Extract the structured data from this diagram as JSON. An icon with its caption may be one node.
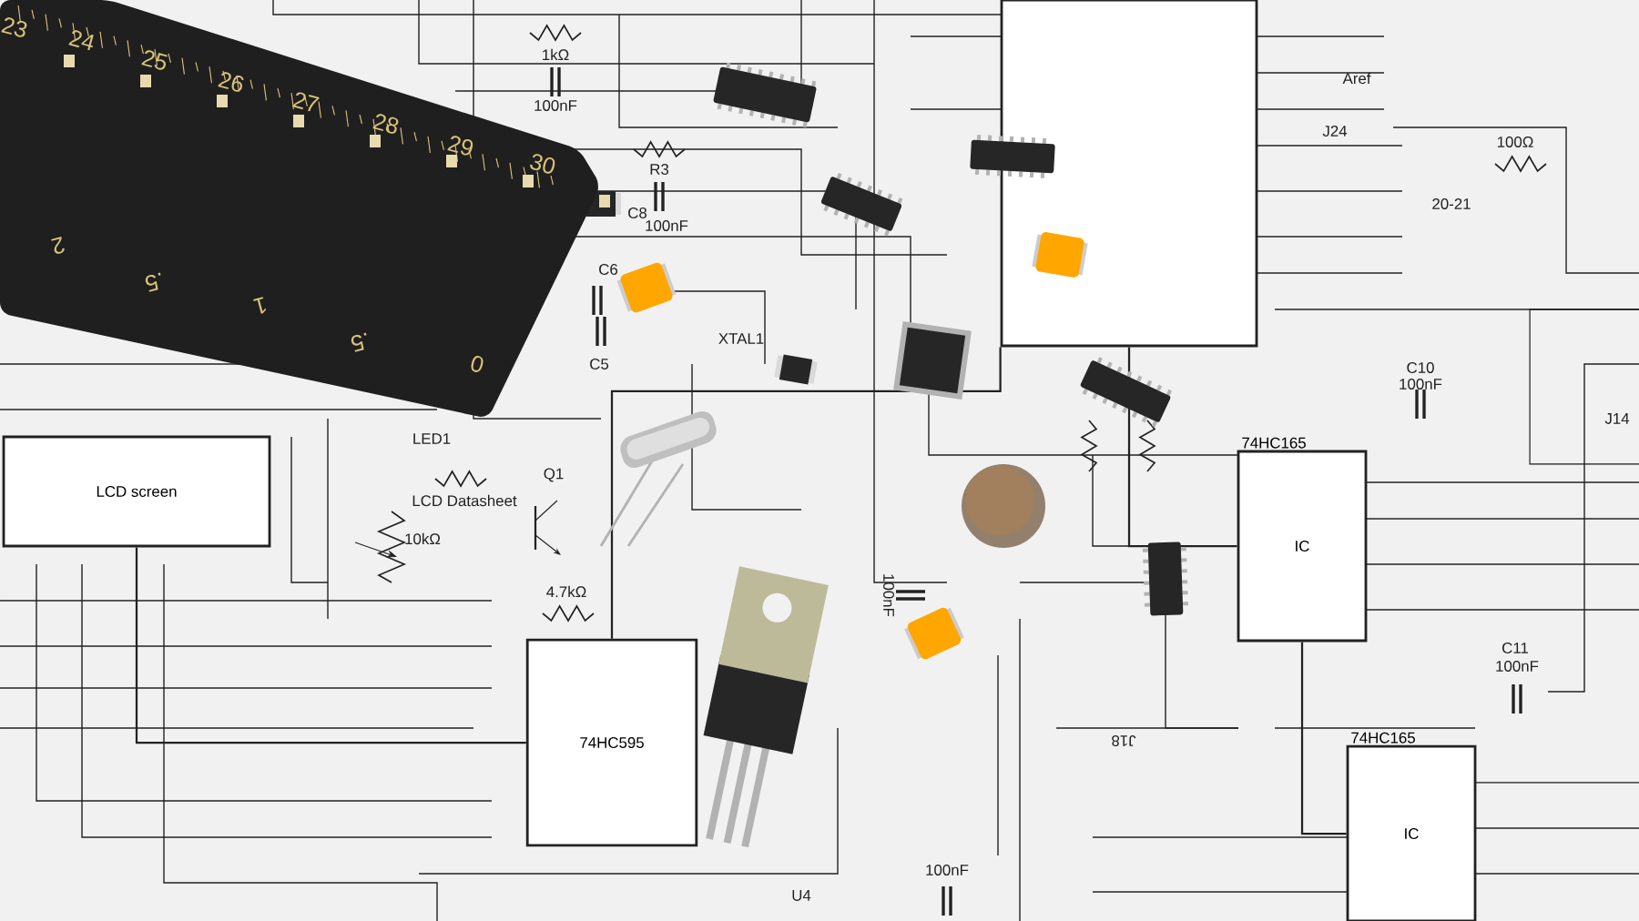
{
  "diagram": {
    "nodes": [
      {
        "text": [
          "LCD screen"
        ]
      },
      {
        "text": [
          "74HC595"
        ]
      },
      {
        "text": [],
        "shape": "box"
      },
      {
        "text": [
          "74HC165",
          "IC"
        ]
      },
      {
        "text": [
          "74HC165",
          "IC"
        ]
      }
    ],
    "edges": [
      {
        "from": 0,
        "to": 1,
        "arrow": "none"
      },
      {
        "from": 2,
        "to": 1,
        "arrow": "none"
      },
      {
        "from": 2,
        "to": 3,
        "arrow": "none"
      },
      {
        "from": 3,
        "to": 4,
        "arrow": "none"
      }
    ],
    "labels": [
      "23",
      "24",
      "25",
      "26",
      "27",
      "28",
      "29",
      "30",
      "1kΩ",
      "100nF",
      "R3",
      "C8",
      "100nF",
      "Aref",
      "J24",
      "100Ω",
      "2",
      ".5",
      "1",
      ".5",
      "0",
      "C6",
      "C5",
      "XTAL1",
      "20-21",
      "C10",
      "100nF",
      "LED1",
      "J14",
      "Q1",
      "LCD Datasheet",
      "10kΩ",
      "4.7kΩ",
      "100nF",
      "C11",
      "100nF",
      "J18",
      "U4",
      "100nF"
    ]
  }
}
